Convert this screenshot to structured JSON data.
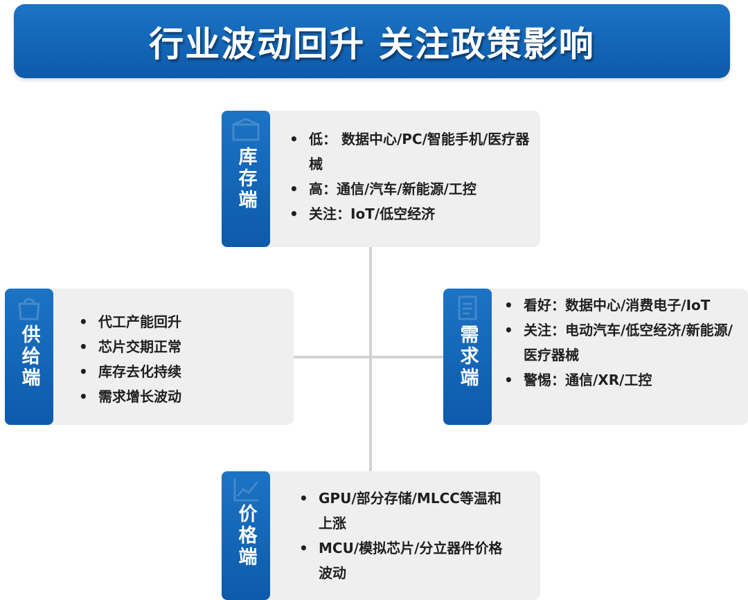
{
  "title": "行业波动回升 关注政策影响",
  "inventory": {
    "label": "库存端",
    "items": [
      "低： 数据中心/PC/智能手机/医疗器械",
      "高：通信/汽车/新能源/工控",
      "关注：IoT/低空经济"
    ]
  },
  "supply": {
    "label": "供给端",
    "items": [
      "代工产能回升",
      "芯片交期正常",
      "库存去化持续",
      "需求增长波动"
    ]
  },
  "demand": {
    "label": "需求端",
    "items": [
      "看好：数据中心/消费电子/IoT",
      "关注：电动汽车/低空经济/新能源/医疗器械",
      "警惕：通信/XR/工控"
    ]
  },
  "price": {
    "label": "价格端",
    "items": [
      "GPU/部分存储/MLCC等温和上涨",
      "MCU/模拟芯片/分立器件价格波动"
    ]
  },
  "colors": {
    "accent": "#0d5aab",
    "card_bg": "#efefef",
    "connector": "#d2d2d2"
  },
  "icons": {
    "inventory": "box-icon",
    "supply": "shopping-bag-icon",
    "demand": "document-icon",
    "price": "line-chart-icon"
  }
}
